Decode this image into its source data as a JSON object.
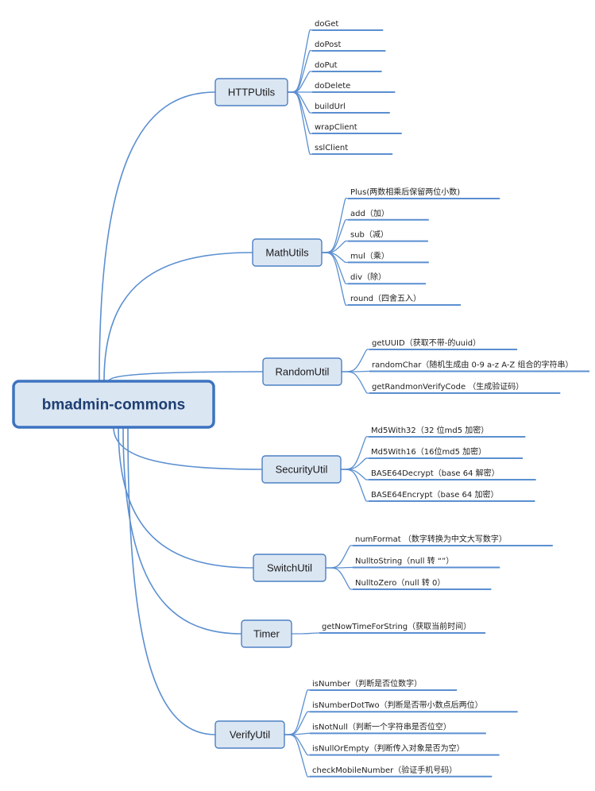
{
  "colors": {
    "line": "#5b8fd0",
    "node_fill": "#dbe6f3",
    "node_stroke": "#4d80c4",
    "root_stroke": "#3d73c0",
    "root_text": "#1e3f72"
  },
  "root": {
    "label": "bmadmin-commons"
  },
  "categories": [
    {
      "name": "HTTPUtils",
      "items": [
        "doGet",
        "doPost",
        "doPut",
        "doDelete",
        "buildUrl",
        "wrapClient",
        "sslClient"
      ]
    },
    {
      "name": "MathUtils",
      "items": [
        "Plus(两数相乘后保留两位小数)",
        "add（加）",
        "sub（减）",
        "mul（乘）",
        "div（除）",
        "round（四舍五入）"
      ]
    },
    {
      "name": "RandomUtil",
      "items": [
        "getUUID（获取不带-的uuid）",
        "randomChar（随机生成由 0-9 a-z A-Z 组合的字符串）",
        "getRandmonVerifyCode （生成验证码）"
      ]
    },
    {
      "name": "SecurityUtil",
      "items": [
        "Md5With32（32 位md5 加密）",
        "Md5With16（16位md5 加密）",
        "BASE64Decrypt（base 64 解密）",
        "BASE64Encrypt（base 64 加密）"
      ]
    },
    {
      "name": "SwitchUtil",
      "items": [
        "numFormat （数字转换为中文大写数字）",
        "NulltoString（null 转 “”）",
        "NulltoZero（null 转 0）"
      ]
    },
    {
      "name": "Timer",
      "items": [
        "getNowTimeForString（获取当前时间）"
      ]
    },
    {
      "name": "VerifyUtil",
      "items": [
        "isNumber（判断是否位数字）",
        "isNumberDotTwo（判断是否带小数点后两位）",
        "isNotNull（判断一个字符串是否位空）",
        "isNullOrEmpty（判断传入对象是否为空）",
        "checkMobileNumber（验证手机号码）"
      ]
    }
  ]
}
